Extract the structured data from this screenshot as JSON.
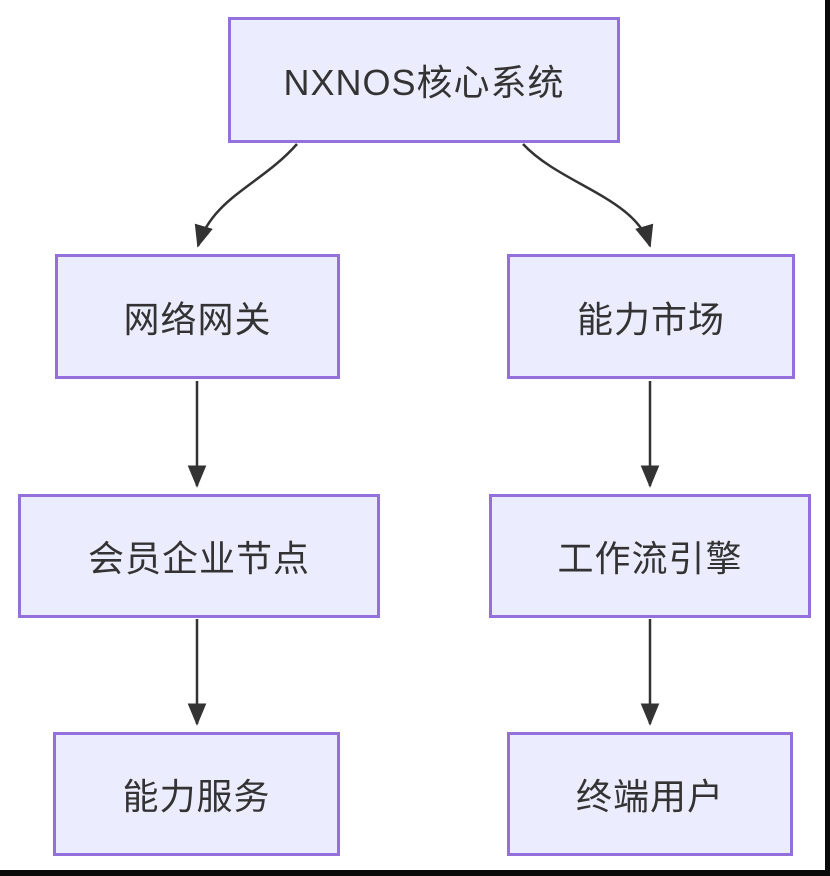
{
  "diagram": {
    "type": "flowchart",
    "direction": "top-down",
    "nodes": [
      {
        "id": "root",
        "label": "NXNOS核心系统"
      },
      {
        "id": "gateway",
        "label": "网络网关"
      },
      {
        "id": "market",
        "label": "能力市场"
      },
      {
        "id": "member",
        "label": "会员企业节点"
      },
      {
        "id": "workflow",
        "label": "工作流引擎"
      },
      {
        "id": "service",
        "label": "能力服务"
      },
      {
        "id": "enduser",
        "label": "终端用户"
      }
    ],
    "edges": [
      {
        "from": "root",
        "to": "gateway",
        "style": "curved-arrow"
      },
      {
        "from": "root",
        "to": "market",
        "style": "curved-arrow"
      },
      {
        "from": "gateway",
        "to": "member",
        "style": "straight-arrow"
      },
      {
        "from": "market",
        "to": "workflow",
        "style": "straight-arrow"
      },
      {
        "from": "member",
        "to": "service",
        "style": "straight-arrow"
      },
      {
        "from": "workflow",
        "to": "enduser",
        "style": "straight-arrow"
      }
    ],
    "colors": {
      "node_fill": "#ECECFF",
      "node_border": "#9370DB",
      "edge_line": "#333333",
      "node_text": "#333333",
      "window_edge": "#0a0a0a"
    }
  }
}
